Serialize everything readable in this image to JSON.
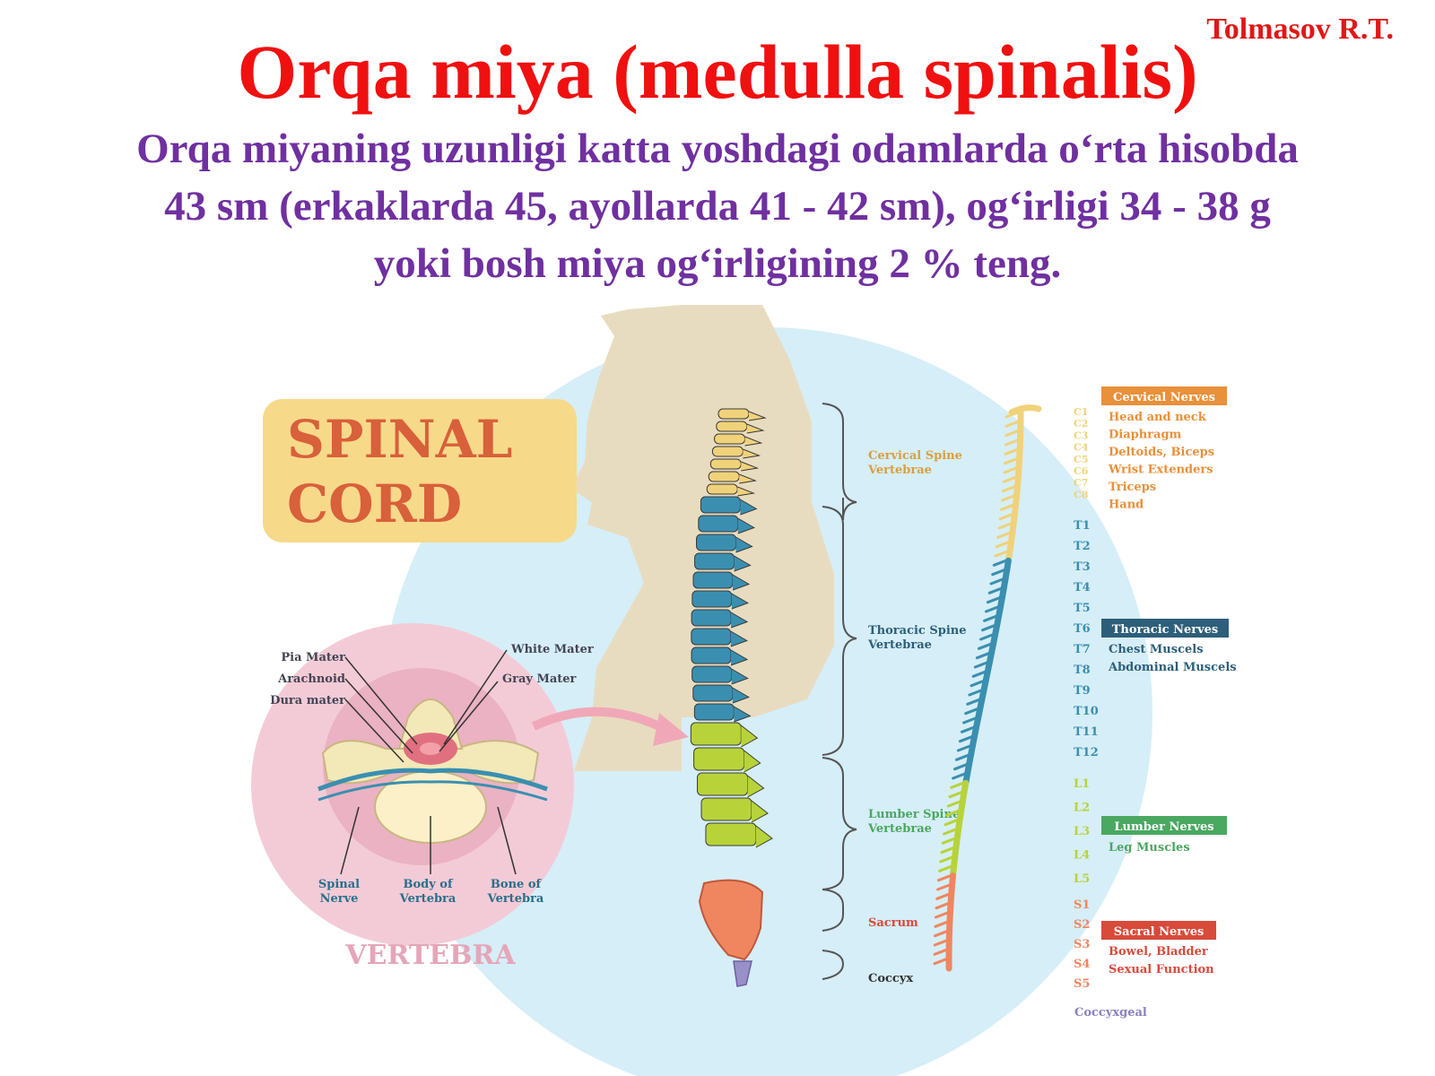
{
  "author": "Tolmasov R.T.",
  "title": "Orqa miya (medulla spinalis)",
  "subtitle_lines": [
    "Orqa miyaning uzunligi katta yoshdagi odamlarda o‘rta hisobda",
    "43 sm (erkaklarda 45, ayollarda 41 - 42 sm), og‘irligi 34 - 38 g",
    "yoki bosh miya og‘irligining 2 % teng."
  ],
  "diagram": {
    "banner_line1": "SPINAL",
    "banner_line2": "CORD",
    "vertebra_title": "VERTEBRA",
    "vertebra_labels": {
      "pia": "Pia Mater",
      "arachnoid": "Arachnoid",
      "dura": "Dura mater",
      "white": "White Mater",
      "gray": "Gray Mater",
      "spinal_nerve_1": "Spinal",
      "spinal_nerve_2": "Nerve",
      "body_1": "Body of",
      "body_2": "Vertebra",
      "bone_1": "Bone of",
      "bone_2": "Vertebra"
    },
    "regions": {
      "cervical_1": "Cervical Spine",
      "cervical_2": "Vertebrae",
      "thoracic_1": "Thoracic Spine",
      "thoracic_2": "Vertebrae",
      "lumbar_1": "Lumber Spine",
      "lumbar_2": "Vertebrae",
      "sacrum": "Sacrum",
      "coccyx": "Coccyx"
    },
    "nerve_groups": {
      "cervical": {
        "title": "Cervical Nerves",
        "items": [
          "Head and neck",
          "Diaphragm",
          "Deltoids, Biceps",
          "Wrist Extenders",
          "Triceps",
          "Hand"
        ]
      },
      "thoracic": {
        "title": "Thoracic Nerves",
        "items": [
          "Chest Muscels",
          "Abdominal Muscels"
        ]
      },
      "lumbar": {
        "title": "Lumber Nerves",
        "items": [
          "Leg Muscles"
        ]
      },
      "sacral": {
        "title": "Sacral Nerves",
        "items": [
          "Bowel, Bladder",
          "Sexual Function"
        ]
      },
      "coccygeal": "Coccyxgeal"
    },
    "segments": [
      "C1",
      "C2",
      "C3",
      "C4",
      "C5",
      "C6",
      "C7",
      "C8",
      "T1",
      "T2",
      "T3",
      "T4",
      "T5",
      "T6",
      "T7",
      "T8",
      "T9",
      "T10",
      "T11",
      "T12",
      "L1",
      "L2",
      "L3",
      "L4",
      "L5",
      "S1",
      "S2",
      "S3",
      "S4",
      "S5"
    ],
    "colors": {
      "cervical": "#f0d27a",
      "thoracic": "#3a8fb0",
      "lumbar": "#b8d33a",
      "sacral": "#f08660",
      "coccyx": "#9a90c8",
      "banner_bg": "#f7d98a",
      "banner_text": "#d8603a",
      "silhouette": "#e8dcc0",
      "circle": "#d6eef7",
      "pink": "#f3cbd6",
      "group_cervical": "#e8903a",
      "group_thoracic": "#2d5f7a",
      "group_lumbar": "#4aa860",
      "group_sacral": "#d84a3a"
    }
  }
}
